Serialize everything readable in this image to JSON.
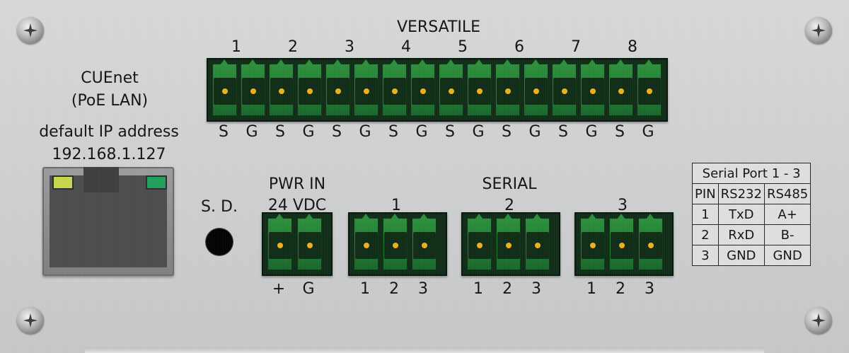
{
  "versatile": {
    "title": "VERSATILE",
    "channels": [
      "1",
      "2",
      "3",
      "4",
      "5",
      "6",
      "7",
      "8"
    ],
    "pins": [
      "S",
      "G",
      "S",
      "G",
      "S",
      "G",
      "S",
      "G",
      "S",
      "G",
      "S",
      "G",
      "S",
      "G",
      "S",
      "G"
    ]
  },
  "lan": {
    "line1": "CUEnet",
    "line2": "(PoE LAN)",
    "ip_label": "default IP address",
    "ip_value": "192.168.1.127",
    "led_left_color": "#c8d84a",
    "led_right_color": "#1fa05a"
  },
  "sd": {
    "label": "S. D."
  },
  "power": {
    "line1": "PWR IN",
    "line2": "24 VDC",
    "pins": [
      "+",
      "G"
    ]
  },
  "serial": {
    "title": "SERIAL",
    "ports": [
      {
        "name": "1",
        "pins": [
          "1",
          "2",
          "3"
        ]
      },
      {
        "name": "2",
        "pins": [
          "1",
          "2",
          "3"
        ]
      },
      {
        "name": "3",
        "pins": [
          "1",
          "2",
          "3"
        ]
      }
    ]
  },
  "serial_table": {
    "title": "Serial Port 1 - 3",
    "headers": [
      "PIN",
      "RS232",
      "RS485"
    ],
    "rows": [
      [
        "1",
        "TxD",
        "A+"
      ],
      [
        "2",
        "RxD",
        "B-"
      ],
      [
        "3",
        "GND",
        "GND"
      ]
    ]
  },
  "colors": {
    "terminal_green": "#1f7a2e",
    "pin_gold": "#f0b01a",
    "panel": "#d2d3d5"
  }
}
